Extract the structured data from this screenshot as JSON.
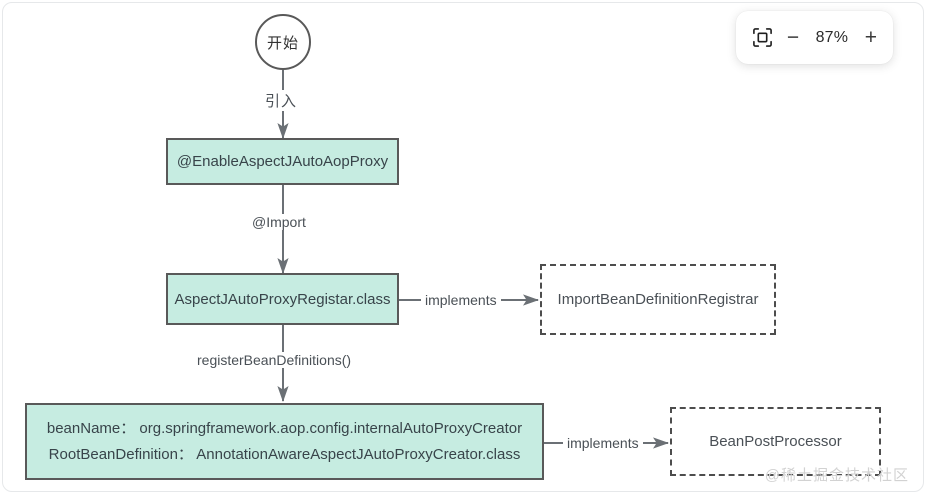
{
  "toolbar": {
    "fit_icon": "fit-to-screen-icon",
    "zoom_out_label": "−",
    "zoom_level": "87%",
    "zoom_in_label": "+"
  },
  "watermark": {
    "text": "@稀土掘金技术社区"
  },
  "colors": {
    "node_fill": "#c6ece1",
    "node_border": "#595959",
    "dashed_border": "#4d4d4d",
    "edge_stroke": "#6b7075",
    "canvas_border": "#e6e8ea",
    "text": "#38444a"
  },
  "diagram": {
    "type": "flowchart",
    "nodes": [
      {
        "id": "start",
        "kind": "circle",
        "label": "开始"
      },
      {
        "id": "enable",
        "kind": "box",
        "label": "@EnableAspectJAutoAopProxy"
      },
      {
        "id": "registar",
        "kind": "box",
        "label": "AspectJAutoProxyRegistar.class"
      },
      {
        "id": "registrar_iface",
        "kind": "dashed",
        "label": "ImportBeanDefinitionRegistrar"
      },
      {
        "id": "beandef",
        "kind": "box-multiline",
        "line1": "beanName： org.springframework.aop.config.internalAutoProxyCreator",
        "line2": "RootBeanDefinition： AnnotationAwareAspectJAutoProxyCreator.class"
      },
      {
        "id": "bpp",
        "kind": "dashed",
        "label": "BeanPostProcessor"
      }
    ],
    "edges": [
      {
        "from": "start",
        "to": "enable",
        "label": "引入"
      },
      {
        "from": "enable",
        "to": "registar",
        "label": "@Import"
      },
      {
        "from": "registar",
        "to": "registrar_iface",
        "label": "implements"
      },
      {
        "from": "registar",
        "to": "beandef",
        "label": "registerBeanDefinitions()"
      },
      {
        "from": "beandef",
        "to": "bpp",
        "label": "implements"
      }
    ]
  }
}
